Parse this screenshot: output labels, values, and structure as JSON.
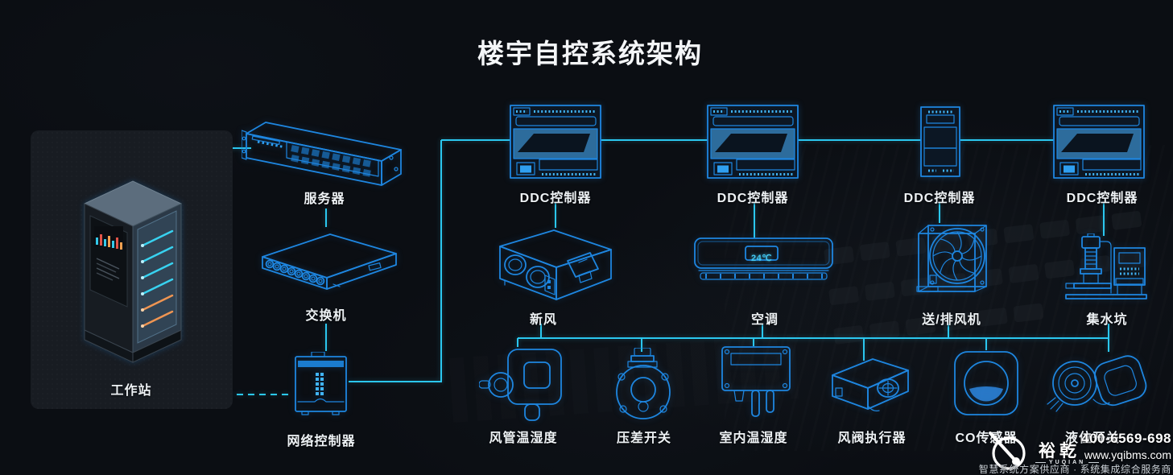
{
  "title": "楼宇自控系统架构",
  "colors": {
    "background": "#0b0e13",
    "device_blue": "#1e86e0",
    "wire_cyan": "#2bc7ef",
    "label_white": "#eef2f5",
    "panel_steel": "#2d6c9c"
  },
  "nodes": {
    "workstation": {
      "label": "工作站",
      "icon": "server-cabinet-icon"
    },
    "server": {
      "label": "服务器",
      "icon": "rack-server-icon"
    },
    "switch": {
      "label": "交换机",
      "icon": "network-switch-icon"
    },
    "network_controller": {
      "label": "网络控制器",
      "icon": "controller-box-icon"
    },
    "ddc1": {
      "label": "DDC控制器",
      "icon": "ddc-controller-icon"
    },
    "ddc2": {
      "label": "DDC控制器",
      "icon": "ddc-controller-icon"
    },
    "ddc3": {
      "label": "DDC控制器",
      "icon": "din-rail-controller-icon"
    },
    "ddc4": {
      "label": "DDC控制器",
      "icon": "ddc-controller-icon"
    },
    "fresh_air": {
      "label": "新风",
      "icon": "fresh-air-unit-icon"
    },
    "air_conditioner": {
      "label": "空调",
      "icon": "air-conditioner-icon",
      "display_value": "24℃"
    },
    "fan": {
      "label": "送/排风机",
      "icon": "axial-fan-icon"
    },
    "sump_pit": {
      "label": "集水坑",
      "icon": "pump-station-icon"
    },
    "duct_sensor": {
      "label": "风管温湿度",
      "icon": "duct-sensor-icon"
    },
    "pressure_switch": {
      "label": "压差开关",
      "icon": "pressure-switch-icon"
    },
    "room_sensor": {
      "label": "室内温湿度",
      "icon": "room-sensor-icon"
    },
    "damper_actuator": {
      "label": "风阀执行器",
      "icon": "damper-actuator-icon"
    },
    "co_sensor": {
      "label": "CO传感器",
      "icon": "co-sensor-icon"
    },
    "level_switch": {
      "label": "液位开关",
      "icon": "level-switch-icon"
    }
  },
  "footer": {
    "brand": "裕乾",
    "brand_en": "YUQIAN",
    "phone": "400-6569-698",
    "website": "www.yqibms.com",
    "tagline": "智慧系统方案供应商 · 系统集成综合服务商"
  }
}
